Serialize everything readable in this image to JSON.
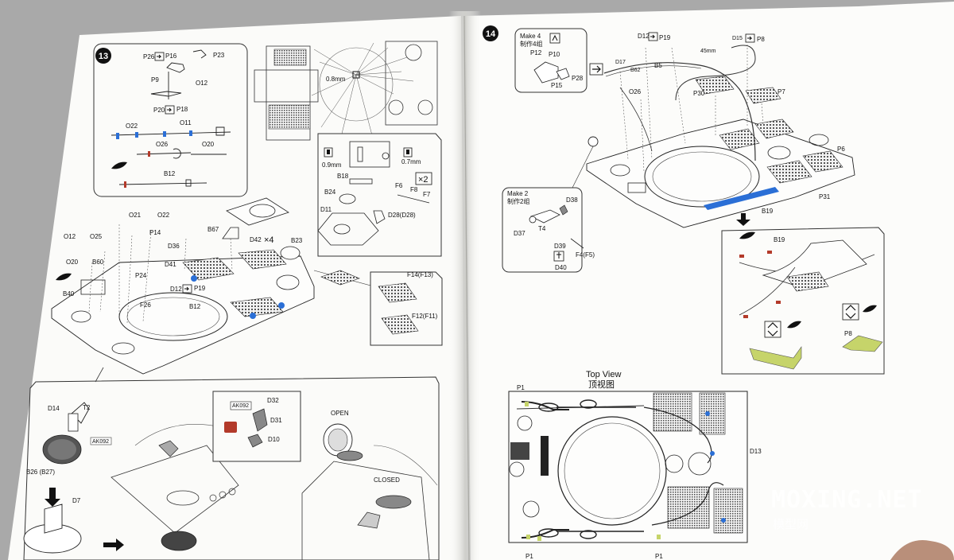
{
  "colors": {
    "paper": "#fbfbf9",
    "ink": "#1a1a1a",
    "accent_blue": "#2b6fd6",
    "accent_red": "#b33a2a",
    "part_green": "#c6d46a",
    "watermark": "#ffffff"
  },
  "left_page": {
    "step_number": "13",
    "top_inset": {
      "labels": [
        "P26",
        "P16",
        "P23",
        "P9",
        "O12",
        "P20",
        "P18",
        "O22",
        "O11",
        "O26",
        "O20",
        "B12"
      ]
    },
    "photo_etch": {
      "label": "0.8mm"
    },
    "drill_inset": {
      "labels": [
        "0.9mm",
        "0.7mm",
        "B18",
        "B24",
        "D11",
        "F6",
        "F8",
        "F7",
        "D28(D28)"
      ],
      "multiplier": "×2"
    },
    "main_labels": [
      "O21",
      "O22",
      "P14",
      "O12",
      "O25",
      "O20",
      "B60",
      "B67",
      "D42",
      "B23",
      "D36",
      "D41",
      "P24",
      "B40",
      "D12",
      "P19",
      "F26",
      "B12",
      "F14(F13)",
      "F12(F11)"
    ],
    "d42_multiplier": "×4",
    "bottom_panel": {
      "labels": [
        "D14",
        "T2",
        "AK092",
        "B26 (B27)",
        "D7",
        "AK092",
        "D32",
        "D31",
        "D10",
        "OPEN",
        "CLOSED"
      ]
    }
  },
  "right_page": {
    "step_number": "14",
    "make4": {
      "title": "Make 4",
      "title_cn": "制作4组",
      "labels": [
        "P12",
        "P10",
        "P28",
        "P15"
      ]
    },
    "make2": {
      "title": "Make 2",
      "title_cn": "制作2组",
      "labels": [
        "D38",
        "D37",
        "T4",
        "D39",
        "F4(F5)",
        "D40"
      ]
    },
    "main_labels": [
      "D12",
      "P19",
      "D15",
      "P8",
      "D17",
      "B5",
      "B62",
      "45mm",
      "O26",
      "P30",
      "P7",
      "P6",
      "P31",
      "B19"
    ],
    "side_inset": {
      "labels": [
        "B19",
        "P8"
      ]
    },
    "top_view": {
      "title": "Top View",
      "title_cn": "顶视图",
      "labels": [
        "P1",
        "D13",
        "P1",
        "P1"
      ]
    }
  },
  "watermark": {
    "text": "MOXING.NET",
    "subtext": "模型网"
  }
}
